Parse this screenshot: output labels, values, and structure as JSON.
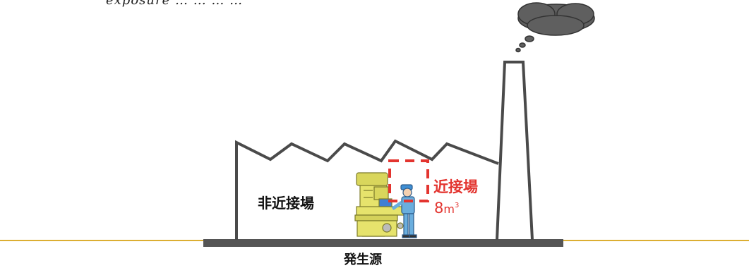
{
  "top_caption": "exposure   …   …   …   …",
  "labels": {
    "non_proximity_field": "非近接場",
    "proximity_field": "近接場",
    "proximity_volume": "8",
    "proximity_volume_unit": "m",
    "proximity_volume_exponent": "3",
    "emission_source": "発生源"
  },
  "colors": {
    "ground_line": "#dcae32",
    "base_bar": "#555555",
    "building_outline": "#4a4a4a",
    "accent_red": "#e3342f",
    "smoke": "#5f5f5f",
    "machine": "#e6e36c",
    "worker": "#6aaede"
  }
}
